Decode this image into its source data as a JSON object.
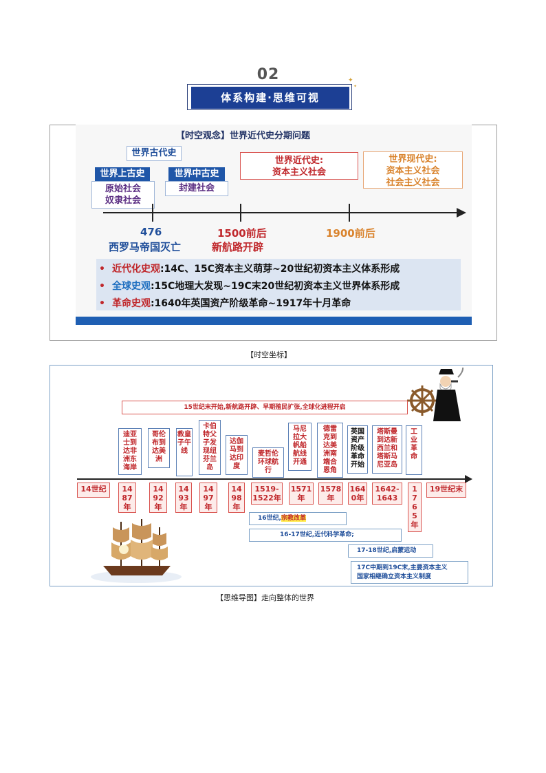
{
  "section": {
    "number": "02",
    "title": "体系构建·思维可视"
  },
  "fig1": {
    "title": "【时空观念】世界近代史分期问题",
    "ancient": "世界古代史",
    "upper_ancient": "世界上古史",
    "upper_ancient_lines": [
      "原始社会",
      "奴隶社会"
    ],
    "middle_ancient": "世界中古史",
    "middle_ancient_lines": [
      "封建社会"
    ],
    "modern_lines": [
      "世界近代史:",
      "资本主义社会"
    ],
    "contemporary_lines": [
      "世界现代史:",
      "资本主义社会",
      "社会主义社会"
    ],
    "markers": [
      {
        "year": "476",
        "label": "西罗马帝国灭亡"
      },
      {
        "year": "1500前后",
        "label": "新航路开辟"
      },
      {
        "year": "1900前后",
        "label": ""
      }
    ],
    "views": [
      {
        "name": "近代化史观",
        "text": ":14C、15C资本主义萌芽~20世纪初资本主义体系形成",
        "color": "#c0282c"
      },
      {
        "name": "全球史观",
        "text": ":15C地理大发现~19C末20世纪初资本主义世界体系形成",
        "color": "#1f6fc0"
      },
      {
        "name": "革命史观",
        "text": ":1640年英国资产阶级革命~1917年十月革命",
        "color": "#c0282c"
      }
    ]
  },
  "caption1": "【时空坐标】",
  "fig2": {
    "banner": "15世纪末开始,新航路开辟、早期殖民扩张,全球化进程开启",
    "start_label": "14世纪",
    "end_label": "19世纪末",
    "events": [
      {
        "lines": [
          "迪亚",
          "士到",
          "达非",
          "洲东",
          "海岸"
        ],
        "year": [
          "14",
          "87",
          "年"
        ]
      },
      {
        "lines": [
          "哥伦",
          "布到",
          "达美",
          "洲"
        ],
        "year": [
          "14",
          "92",
          "年"
        ]
      },
      {
        "lines": [
          "教皇",
          "子午",
          "线"
        ],
        "year": [
          "14",
          "93",
          "年"
        ]
      },
      {
        "lines": [
          "卡伯",
          "特父",
          "子发",
          "现纽",
          "芬兰",
          "岛"
        ],
        "year": [
          "14",
          "97",
          "年"
        ]
      },
      {
        "lines": [
          "达伽",
          "马到",
          "达印",
          "度"
        ],
        "year": [
          "14",
          "98",
          "年"
        ]
      },
      {
        "lines": [
          "麦哲伦",
          "环球航",
          "行"
        ],
        "year": [
          "1519-",
          "1522年"
        ]
      },
      {
        "lines": [
          "马尼",
          "拉大",
          "帆船",
          "航线",
          "开通"
        ],
        "year": [
          "1571",
          "年"
        ]
      },
      {
        "lines": [
          "德雷",
          "克到",
          "达美",
          "洲南",
          "端合",
          "恩角"
        ],
        "year": [
          "1578",
          "年"
        ]
      },
      {
        "lines": [
          "英国",
          "资产",
          "阶级",
          "革命",
          "开始"
        ],
        "year": [
          "164",
          "0年"
        ]
      },
      {
        "lines": [
          "塔斯曼",
          "到达新",
          "西兰和",
          "塔斯马",
          "尼亚岛"
        ],
        "year": [
          "1642-",
          "1643"
        ]
      },
      {
        "lines": [
          "工",
          "业",
          "革",
          "命"
        ],
        "year": [
          "1",
          "7",
          "6",
          "5",
          "年"
        ]
      }
    ],
    "eras": [
      {
        "prefix": "16世纪,",
        "highlight": "宗教改革",
        "suffix": ""
      },
      {
        "prefix": "16-17世纪,近代科学革命;",
        "highlight": "",
        "suffix": ""
      },
      {
        "prefix": "17-18世纪,启蒙运动",
        "highlight": "",
        "suffix": ""
      }
    ],
    "final_lines": [
      "17C中期到19C末,主要资本主义",
      "国家相继确立资本主义制度"
    ],
    "images": {
      "captain": "sea-captain-at-wheel-illustration",
      "ship": "sailing-ship-illustration"
    }
  },
  "caption2": "【思维导图】走向整体的世界"
}
